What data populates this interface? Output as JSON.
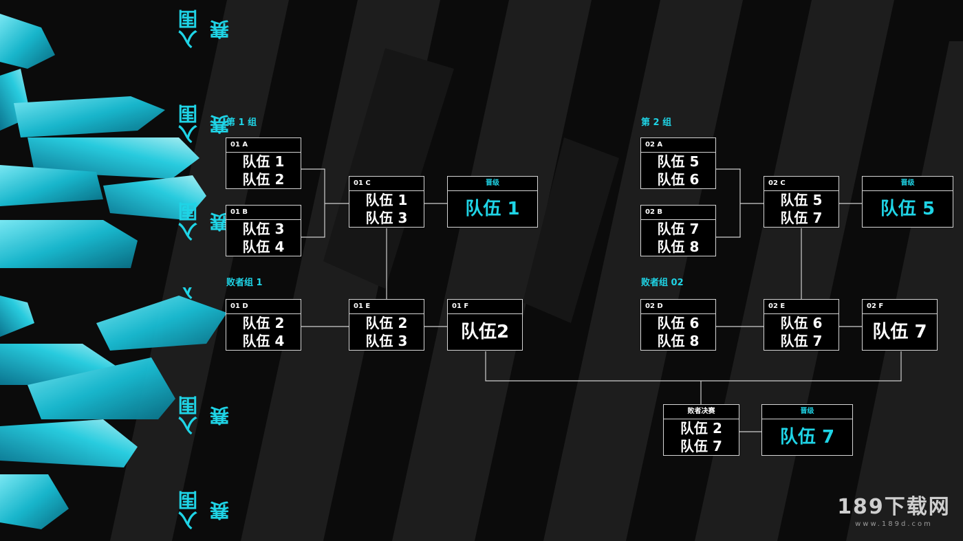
{
  "side_labels": [
    "入围赛",
    "入围赛",
    "入围赛",
    "入围赛",
    "入围赛",
    "入围赛"
  ],
  "groups": {
    "g1": "第 1 组",
    "g2": "第 2 组",
    "l1": "败者组 1",
    "l2": "败者组 02"
  },
  "matches": {
    "01A": {
      "label": "01 A",
      "team1": "队伍 1",
      "team2": "队伍 2"
    },
    "01B": {
      "label": "01 B",
      "team1": "队伍 3",
      "team2": "队伍 4"
    },
    "01C": {
      "label": "01 C",
      "team1": "队伍 1",
      "team2": "队伍 3"
    },
    "Q1": {
      "label": "晋级",
      "winner": "队伍 1"
    },
    "01D": {
      "label": "01 D",
      "team1": "队伍 2",
      "team2": "队伍 4"
    },
    "01E": {
      "label": "01 E",
      "team1": "队伍 2",
      "team2": "队伍 3"
    },
    "01F": {
      "label": "01 F",
      "winner": "队伍2"
    },
    "02A": {
      "label": "02 A",
      "team1": "队伍 5",
      "team2": "队伍 6"
    },
    "02B": {
      "label": "02 B",
      "team1": "队伍 7",
      "team2": "队伍 8"
    },
    "02C": {
      "label": "02 C",
      "team1": "队伍 5",
      "team2": "队伍 7"
    },
    "Q2": {
      "label": "晋级",
      "winner": "队伍 5"
    },
    "02D": {
      "label": "02 D",
      "team1": "队伍 6",
      "team2": "队伍 8"
    },
    "02E": {
      "label": "02 E",
      "team1": "队伍 6",
      "team2": "队伍 7"
    },
    "02F": {
      "label": "02 F",
      "winner": "队伍 7"
    },
    "LF": {
      "label": "败者决赛",
      "team1": "队伍 2",
      "team2": "队伍 7"
    },
    "Q3": {
      "label": "晋级",
      "winner": "队伍 7"
    }
  },
  "watermark": {
    "main": "189下载网",
    "sub": "www.189d.com"
  },
  "colors": {
    "accent": "#1fd4e6",
    "background": "#0b0b0b",
    "line": "#cfcfcf"
  }
}
